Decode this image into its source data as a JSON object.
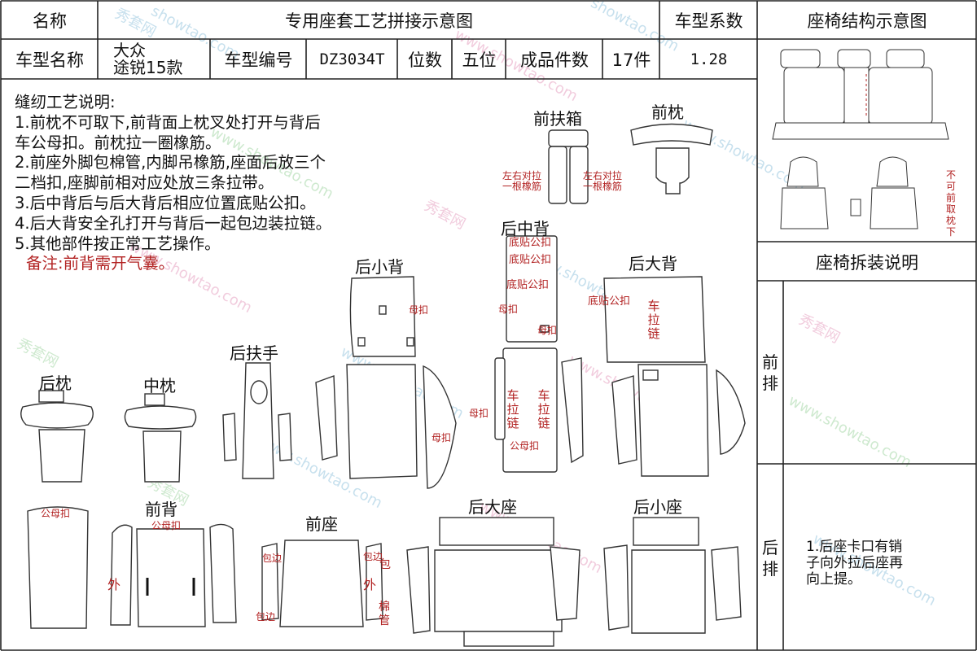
{
  "header": {
    "name_label": "名称",
    "title": "专用座套工艺拼接示意图",
    "coef_label": "车型系数",
    "structure_title": "座椅结构示意图"
  },
  "info_row": {
    "car_name_label": "车型名称",
    "car_brand": "大众",
    "car_model": "途锐15款",
    "car_code_label": "车型编号",
    "car_code": "DZ3034T",
    "seats_label": "位数",
    "seats_value": "五位",
    "pieces_label": "成品件数",
    "pieces_value": "17件",
    "coefficient": "1.28"
  },
  "notes": {
    "heading": "缝纫工艺说明:",
    "items": [
      "1.前枕不可取下,前背面上枕叉处打开与背后",
      "车公母扣。前枕拉一圈橡筋。",
      "2.前座外脚包棉管,内脚吊橡筋,座面后放三个",
      "二档扣,座脚前相对应处放三条拉带。",
      "3.后中背后与后大背后相应位置底贴公扣。",
      "4.后大背安全孔打开与背后一起包边装拉链。",
      "5.其他部件按正常工艺操作。"
    ],
    "remark": "备注:前背需开气囊。"
  },
  "pieces": {
    "front_armbox": "前扶箱",
    "front_headrest": "前枕",
    "rear_middle_back": "后中背",
    "rear_small_back": "后小背",
    "rear_big_back": "后大背",
    "rear_armrest": "后扶手",
    "rear_headrest": "后枕",
    "middle_headrest": "中枕",
    "front_back": "前背",
    "front_seat": "前座",
    "rear_big_seat": "后大座",
    "rear_small_seat": "后小座"
  },
  "annotations": {
    "lr_rubber_left": [
      "左右对拉",
      "一根橡筋"
    ],
    "lr_rubber_right": [
      "左右对拉",
      "一根橡筋"
    ],
    "bottom_male_1": "底贴公扣",
    "bottom_male_2": "底贴公扣",
    "bottom_male_3": "底贴公扣",
    "bottom_male_big": "底贴公扣",
    "female_snap_1": "母扣",
    "female_snap_2": "母扣",
    "female_snap_3": "母扣",
    "female_snap_4": "母扣",
    "female_snap_5": "母扣",
    "zipper_1": "车拉链",
    "zipper_2": "车拉链",
    "zipper_3": "车拉链",
    "male_female_1": "公母扣",
    "male_female_2": "公母扣",
    "male_female_3": "公母扣",
    "outer_1": "外",
    "outer_2": "外",
    "wrap_1": "包边",
    "wrap_2": "包边",
    "wrap_3": "包边",
    "wrap_4": "包",
    "cotton_pipe": "棉管"
  },
  "structure": {
    "side_note": "不可前取枕下"
  },
  "disassembly": {
    "title": "座椅拆装说明",
    "front_label": "前排",
    "rear_label": "后排",
    "rear_text": [
      "1.后座卡口有销",
      "子向外拉后座再",
      "向上提。"
    ]
  },
  "watermark": {
    "brand": "秀套网",
    "site": "www.showtao.com",
    "site_short": "showtao.com"
  }
}
